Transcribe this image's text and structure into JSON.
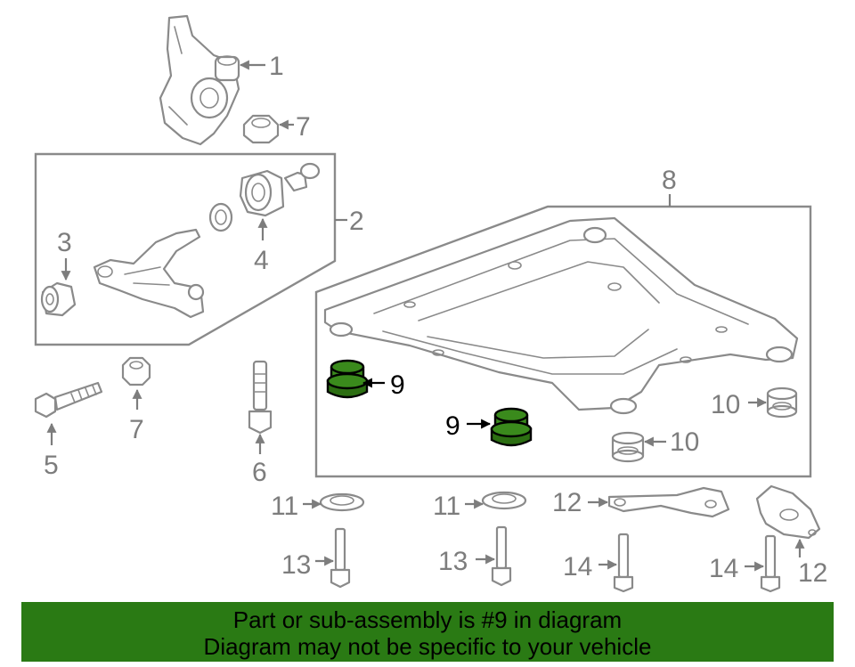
{
  "callouts": {
    "c1": "1",
    "c2": "2",
    "c3": "3",
    "c4": "4",
    "c5": "5",
    "c6": "6",
    "c7a": "7",
    "c7b": "7",
    "c8": "8",
    "c9a": "9",
    "c9b": "9",
    "c10a": "10",
    "c10b": "10",
    "c11a": "11",
    "c11b": "11",
    "c12a": "12",
    "c12b": "12",
    "c13a": "13",
    "c13b": "13",
    "c14a": "14",
    "c14b": "14"
  },
  "banner": {
    "line1": "Part or sub-assembly is #9 in diagram",
    "line2": "Diagram may not be specific to your vehicle"
  },
  "colors": {
    "highlight": "#3a8a1c",
    "banner": "#2a7a14",
    "line_art": "#8a8a8a"
  }
}
